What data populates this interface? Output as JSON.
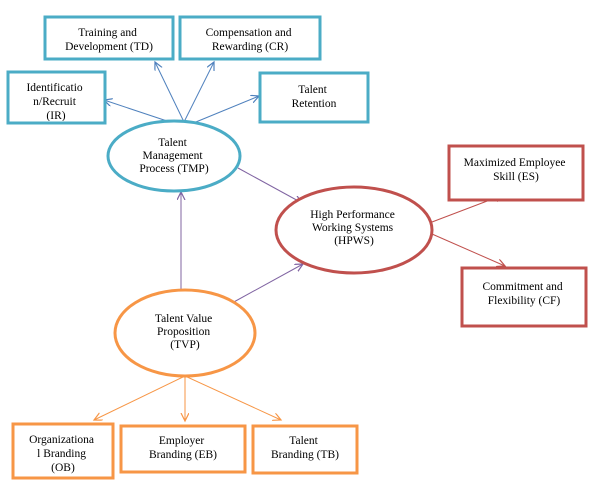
{
  "colors": {
    "blue": "#4BACC6",
    "red": "#C0504D",
    "orange": "#F79646",
    "blue_arrow": "#4F81BD",
    "purple_arrow": "#8064A2",
    "red_arrow": "#C0504D",
    "orange_arrow": "#F79646"
  },
  "nodes": {
    "td": {
      "lines": [
        "Training and",
        "Development (TD)"
      ]
    },
    "cr": {
      "lines": [
        "Compensation and",
        "Rewarding (CR)"
      ]
    },
    "ir": {
      "lines": [
        "Identificatio",
        "n/Recruit",
        "(IR)"
      ]
    },
    "tr": {
      "lines": [
        "Talent",
        "Retention"
      ]
    },
    "tmp": {
      "lines": [
        "Talent",
        "Management",
        "Process (TMP)"
      ]
    },
    "hpws": {
      "lines": [
        "High Performance",
        "Working Systems",
        "(HPWS)"
      ]
    },
    "es": {
      "lines": [
        "Maximized Employee",
        "Skill (ES)"
      ]
    },
    "cf": {
      "lines": [
        "Commitment and",
        "Flexibility (CF)"
      ]
    },
    "tvp": {
      "lines": [
        "Talent Value",
        "Proposition",
        "(TVP)"
      ]
    },
    "ob": {
      "lines": [
        "Organizationa",
        "l Branding",
        "(OB)"
      ]
    },
    "eb": {
      "lines": [
        "Employer",
        "Branding (EB)"
      ]
    },
    "tb": {
      "lines": [
        "Talent",
        "Branding (TB)"
      ]
    }
  }
}
